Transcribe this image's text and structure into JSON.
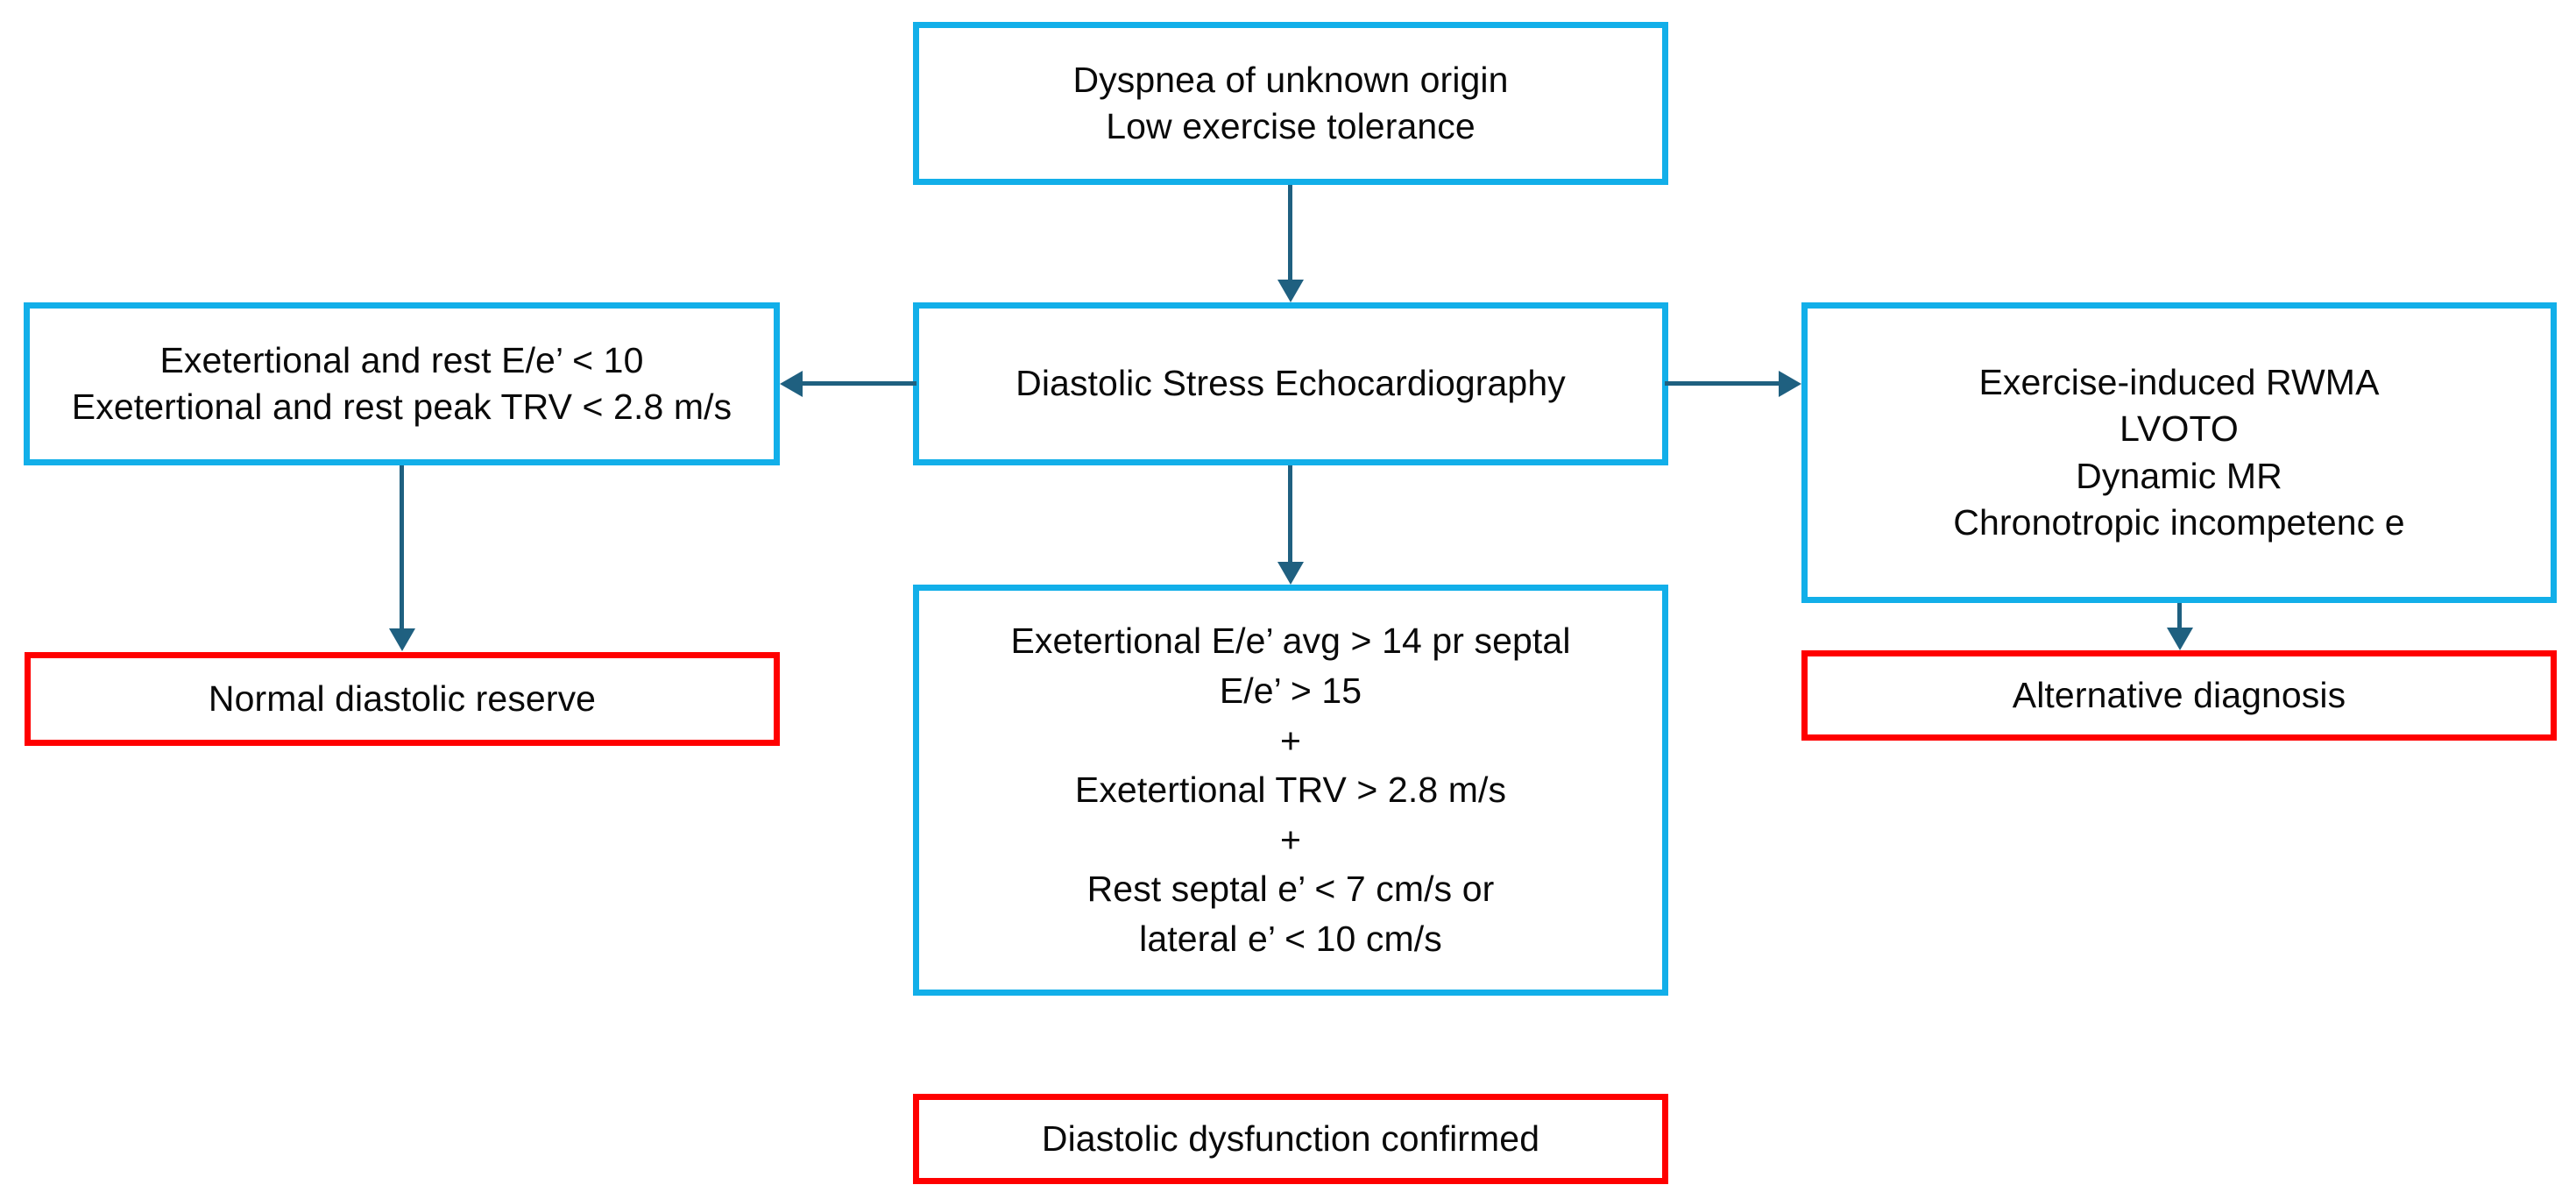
{
  "diagram": {
    "title": "Diastolic Stress Echocardiography diagnostic algorithm",
    "colors": {
      "box_blue": "#12AFE9",
      "box_red": "#FF0000",
      "connector": "#1F6080",
      "text": "#0A0A0A",
      "background": "#FFFFFF"
    },
    "nodes": {
      "presentation": {
        "text": "Dyspnea of unknown origin\nLow exercise tolerance",
        "border_color": "#12AFE9"
      },
      "test": {
        "text": "Diastolic Stress  Echocardiography",
        "border_color": "#12AFE9"
      },
      "negative_criteria": {
        "text": "Exetertional and rest E/e’ < 10\nExetertional and rest peak TRV < 2.8 m/s",
        "border_color": "#12AFE9"
      },
      "alternative_findings": {
        "text": "Exercise-induced RWMA\nLVOTO\nDynamic MR\nChronotropic incompetenc e",
        "border_color": "#12AFE9"
      },
      "positive_criteria": {
        "text": "Exetertional E/e’ avg > 14 pr septal\nE/e’ > 15\n+\nExetertional TRV > 2.8 m/s\n+\nRest septal e’ < 7 cm/s or\nlateral e’ < 10 cm/s",
        "border_color": "#12AFE9"
      },
      "normal_outcome": {
        "text": "Normal diastolic reserve",
        "border_color": "#FF0000"
      },
      "alternative_outcome": {
        "text": "Alternative diagnosis",
        "border_color": "#FF0000"
      },
      "confirmed_outcome": {
        "text": "Diastolic dysfunction confirmed",
        "border_color": "#FF0000"
      }
    },
    "edges": [
      {
        "from": "presentation",
        "to": "test",
        "direction": "down"
      },
      {
        "from": "test",
        "to": "negative_criteria",
        "direction": "left"
      },
      {
        "from": "test",
        "to": "alternative_findings",
        "direction": "right"
      },
      {
        "from": "test",
        "to": "positive_criteria",
        "direction": "down"
      },
      {
        "from": "negative_criteria",
        "to": "normal_outcome",
        "direction": "down"
      },
      {
        "from": "alternative_findings",
        "to": "alternative_outcome",
        "direction": "down"
      }
    ]
  }
}
